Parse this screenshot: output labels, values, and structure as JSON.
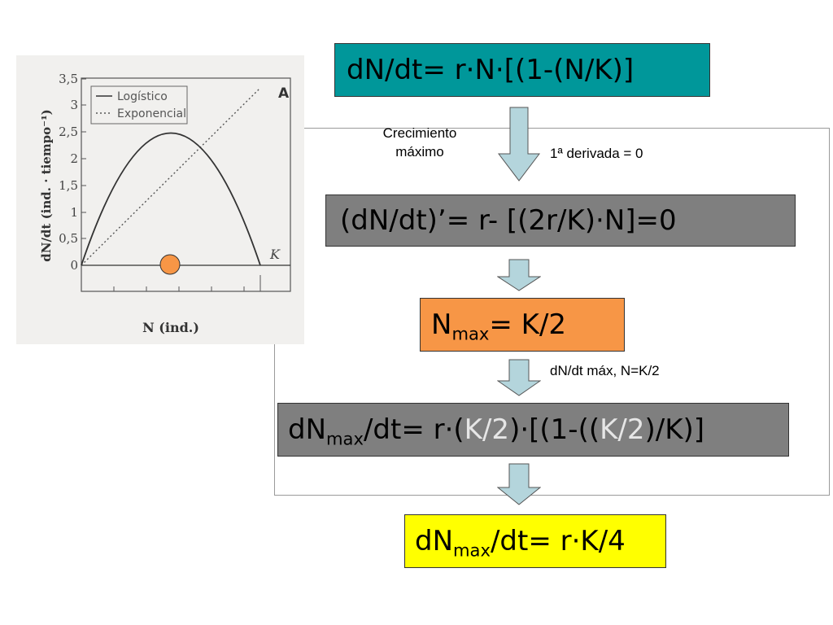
{
  "formulas": {
    "f1": "dN/dt= r·N·[(1-(N/K)]",
    "f2": "(dN/dt)’= r- [(2r/K)·N]=0",
    "f3_main": "N",
    "f3_sub": "max",
    "f3_rest": "= K/2",
    "f4_pre": "dN",
    "f4_sub": "max",
    "f4_a": "/dt= r·(",
    "f4_k1": "K/2",
    "f4_b": ")·[(1-((",
    "f4_k2": "K/2",
    "f4_c": ")/K)]",
    "f5_pre": "dN",
    "f5_sub": "max",
    "f5_rest": "/dt= r·K/4"
  },
  "labels": {
    "crecimiento_l1": "Crecimiento",
    "crecimiento_l2": "máximo",
    "derivada": "1ª derivada = 0",
    "dn_max": "dN/dt máx, N=K/2"
  },
  "graph": {
    "panel": "A",
    "legend": [
      "Logístico",
      "Exponencial"
    ],
    "y_ticks": [
      "0",
      "0,5",
      "1",
      "1,5",
      "2",
      "2,5",
      "3",
      "3,5"
    ],
    "y_label": "dN/dt (ind. · tiempo⁻¹)",
    "x_label": "N (ind.)",
    "k_label": "K"
  },
  "colors": {
    "teal": "#00979a",
    "gray": "#7f7f7f",
    "orange": "#f79646",
    "yellow": "#ffff00",
    "arrow": "#b4d5dc"
  }
}
